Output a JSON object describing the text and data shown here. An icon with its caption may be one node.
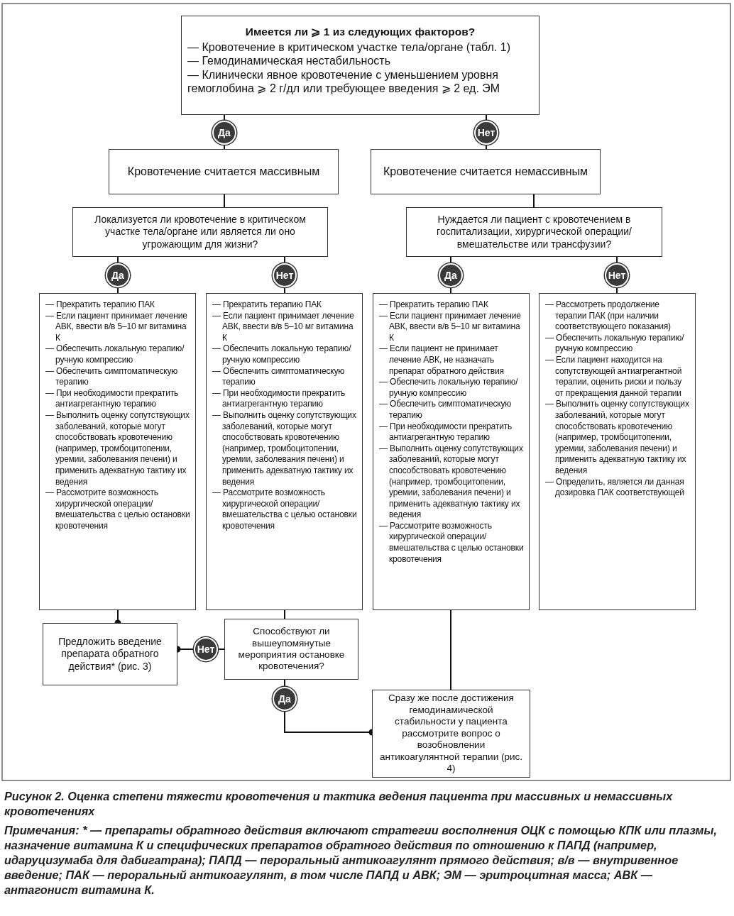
{
  "diagram": {
    "caption": "Рисунок 2. Оценка степени тяжести кровотечения и тактика ведения пациента при массивных и немассивных кровотечениях",
    "nodes": [
      {
        "text": [
          "Имеется ли ⩾ 1 из следующих факторов?",
          "— Кровотечение в критическом участке тела/органе (табл. 1)",
          "— Гемодинамическая нестабильность",
          "— Клинически явное кровотечение с уменьшением уровня гемоглобина ⩾ 2 г/дл или требующее введения ⩾ 2 ед. ЭМ"
        ]
      },
      {
        "text": [
          "Да"
        ]
      },
      {
        "text": [
          "Нет"
        ]
      },
      {
        "text": [
          "Кровотечение считается массивным"
        ]
      },
      {
        "text": [
          "Кровотечение считается немассивным"
        ]
      },
      {
        "text": [
          "Локализуется ли кровотечение в критическом участке тела/органе или является ли оно угрожающим для жизни?"
        ]
      },
      {
        "text": [
          "Нуждается ли пациент с кровотечением в госпитализации, хирургической операции/вмешательстве или трансфузии?"
        ]
      },
      {
        "text": [
          "Да"
        ]
      },
      {
        "text": [
          "Нет"
        ]
      },
      {
        "text": [
          "Да"
        ]
      },
      {
        "text": [
          "Нет"
        ]
      },
      {
        "text": [
          "— Прекратить терапию ПАК",
          "— Если пациент принимает лечение АВК, ввести в/в 5–10 мг витамина К",
          "— Обеспечить локальную терапию/ручную компрессию",
          "— Обеспечить симптоматическую терапию",
          "— При необходимости прекратить антиагрегантную терапию",
          "— Выполнить оценку сопутствующих заболеваний, которые могут способствовать кровотечению (например, тромбоцитопении, уремии, заболевания печени) и применить адекватную тактику их ведения",
          "— Рассмотрите возможность хирургической операции/вмешательства с целью остановки кровотечения"
        ]
      },
      {
        "text": [
          "— Прекратить терапию ПАК",
          "— Если пациент принимает лечение АВК, ввести в/в 5–10 мг витамина К",
          "— Обеспечить локальную терапию/ручную компрессию",
          "— Обеспечить симптоматическую терапию",
          "— При необходимости прекратить антиагрегантную терапию",
          "— Выполнить оценку сопутствующих заболеваний, которые могут способствовать кровотечению (например, тромбоцитопении, уремии, заболевания печени) и применить адекватную тактику их ведения",
          "— Рассмотрите возможность хирургической операции/вмешательства с целью остановки кровотечения"
        ]
      },
      {
        "text": [
          "— Прекратить терапию ПАК",
          "— Если пациент принимает лечение АВК, ввести в/в 5–10 мг витамина К",
          "— Если пациент не принимает лечение АВК, не назначать препарат обратного действия",
          "— Обеспечить локальную терапию/ручную компрессию",
          "— Обеспечить симптоматическую терапию",
          "— При необходимости прекратить антиагрегантную терапию",
          "— Выполнить оценку сопутствующих заболеваний, которые могут способствовать кровотечению (например, тромбоцитопении, уремии, заболевания печени) и применить адекватную тактику их ведения",
          "— Рассмотрите возможность хирургической операции/вмешательства с целью остановки кровотечения"
        ]
      },
      {
        "text": [
          "— Рассмотреть продолжение терапии ПАК (при наличии соответствующего показания)",
          "— Обеспечить локальную терапию/ручную компрессию",
          "— Если пациент находится на сопутствующей антиагрегантной терапии, оценить риски и пользу от прекращения данной терапии",
          "— Выполнить оценку сопутствующих заболеваний, которые могут способствовать кровотечению (например, тромбоцитопении, уремии, заболевания печени) и применить адекватную тактику их ведения",
          "— Определить, является ли данная дозировка ПАК соответствующей"
        ]
      },
      {
        "text": [
          "Предложить введение препарата обратного действия* (рис. 3)"
        ]
      },
      {
        "text": [
          "Нет"
        ]
      },
      {
        "text": [
          "Способствуют ли вышеупомянутые мероприятия остановке кровотечения?"
        ]
      },
      {
        "text": [
          "Да"
        ]
      },
      {
        "text": [
          "Сразу же после достижения гемодинамической стабильности у пациента рассмотрите вопрос о возобновлении антикоагулянтной терапии (рис. 4)"
        ]
      }
    ],
    "edges": [
      {
        "from": 0,
        "to": 1,
        "arrow": "none"
      },
      {
        "from": 1,
        "to": 3,
        "arrow": "none"
      },
      {
        "from": 0,
        "to": 2,
        "arrow": "none"
      },
      {
        "from": 2,
        "to": 4,
        "arrow": "none"
      },
      {
        "from": 3,
        "to": 5,
        "arrow": "none"
      },
      {
        "from": 4,
        "to": 6,
        "arrow": "none"
      },
      {
        "from": 5,
        "to": 7,
        "arrow": "none"
      },
      {
        "from": 5,
        "to": 8,
        "arrow": "none"
      },
      {
        "from": 6,
        "to": 9,
        "arrow": "none"
      },
      {
        "from": 6,
        "to": 10,
        "arrow": "none"
      },
      {
        "from": 7,
        "to": 11,
        "arrow": "none"
      },
      {
        "from": 8,
        "to": 12,
        "arrow": "none"
      },
      {
        "from": 9,
        "to": 13,
        "arrow": "none"
      },
      {
        "from": 10,
        "to": 14,
        "arrow": "none"
      },
      {
        "from": 11,
        "to": 15,
        "arrow": "other"
      },
      {
        "from": 12,
        "to": 17,
        "arrow": "none"
      },
      {
        "from": 17,
        "to": 16,
        "arrow": "none"
      },
      {
        "from": 16,
        "to": 15,
        "arrow": "other"
      },
      {
        "from": 17,
        "to": 18,
        "arrow": "none"
      },
      {
        "from": 18,
        "to": 19,
        "arrow": "other"
      },
      {
        "from": 13,
        "to": 19,
        "arrow": "none"
      }
    ],
    "labels": [
      "Примечания: * — препараты обратного действия включают стратегии восполнения ОЦК с помощью КПК или плазмы, назначение витамина К и специфических препаратов обратного действия по отношению к ПАПД (например, идаруцизумаба для дабигатрана); ПАПД — пероральный антикоагулянт прямого действия; в/в — внутривенное введение; ПАК — пероральный антикоагулянт, в том числе ПАПД и АВК; ЭМ — эритроцитная масса; АВК — антагонист витамина К."
    ]
  }
}
